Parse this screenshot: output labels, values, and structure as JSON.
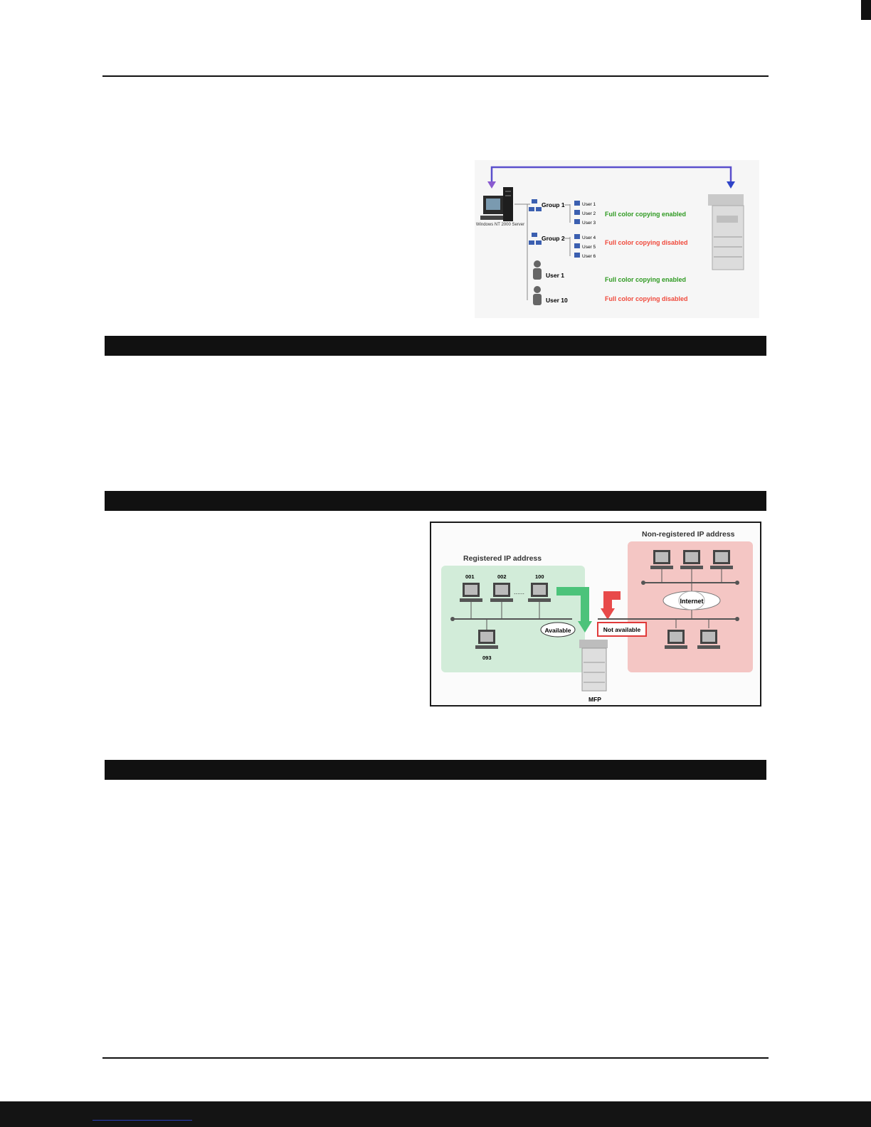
{
  "figure1": {
    "server_caption": "Windows NT 2000 Server",
    "group1": {
      "label": "Group 1",
      "users": [
        "User 1",
        "User 2",
        "User 3"
      ],
      "status": "Full color copying enabled"
    },
    "group2": {
      "label": "Group 2",
      "users": [
        "User 4",
        "User 5",
        "User 6"
      ],
      "status": "Full color copying disabled"
    },
    "single_user1": {
      "label": "User 1",
      "status": "Full color copying enabled"
    },
    "single_user10": {
      "label": "User 10",
      "status": "Full color copying disabled"
    },
    "colors": {
      "enabled": "#2f9a22",
      "disabled": "#f04a3c",
      "arrow_left": "#8a5bd0",
      "arrow_right": "#2f44c8"
    }
  },
  "figure2": {
    "registered_label": "Registered IP address",
    "nonregistered_label": "Non-registered IP address",
    "pc_numbers": [
      "001",
      "002",
      "100",
      "093"
    ],
    "ellipsis": "......",
    "available": "Available",
    "not_available": "Not available",
    "internet": "Internet",
    "mfp": "MFP",
    "colors": {
      "registered_bg": "#d2ecd9",
      "nonregistered_bg": "#f4c6c4",
      "green_arrow": "#4cc37a",
      "red_arrow": "#e84a4a"
    }
  }
}
